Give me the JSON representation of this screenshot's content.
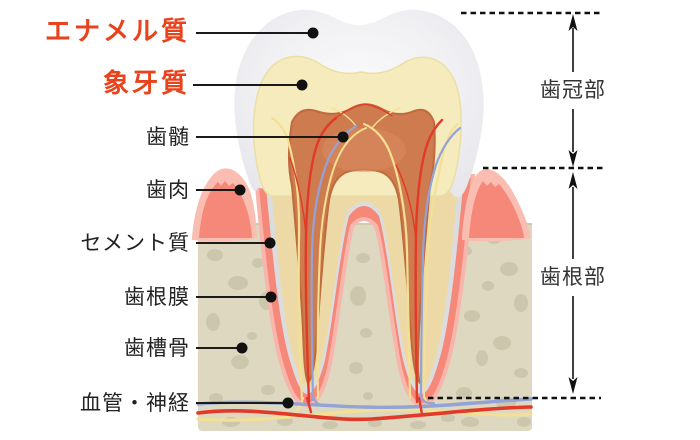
{
  "labels_left": [
    {
      "text": "エナメル質",
      "emphasis": true
    },
    {
      "text": "象牙質",
      "emphasis": true
    },
    {
      "text": "歯髄",
      "emphasis": false
    },
    {
      "text": "歯肉",
      "emphasis": false
    },
    {
      "text": "セメント質",
      "emphasis": false
    },
    {
      "text": "歯根膜",
      "emphasis": false
    },
    {
      "text": "歯槽骨",
      "emphasis": false
    },
    {
      "text": "血管・神経",
      "emphasis": false
    }
  ],
  "labels_right": [
    {
      "text": "歯冠部"
    },
    {
      "text": "歯根部"
    }
  ],
  "colors": {
    "accent_text": "#e8431c",
    "label_text": "#222222",
    "annotation_line": "#1a1a1a",
    "enamel": "#ececef",
    "dentin_crown": "#f5ebbc",
    "dentin_root": "#ecd9a6",
    "pulp": "#ce7b4f",
    "pulp_edge": "#c06a3e",
    "cementum": "#dcdcdf",
    "periodontal": "#f58878",
    "gum_outer": "#f9bdb2",
    "gum_inner": "#f58878",
    "bone": "#ddd8bf",
    "bone_spot": "#cac5a9",
    "vessel_red": "#e23a28",
    "vessel_blue": "#93a3d8",
    "vessel_yellow": "#f3e093"
  }
}
